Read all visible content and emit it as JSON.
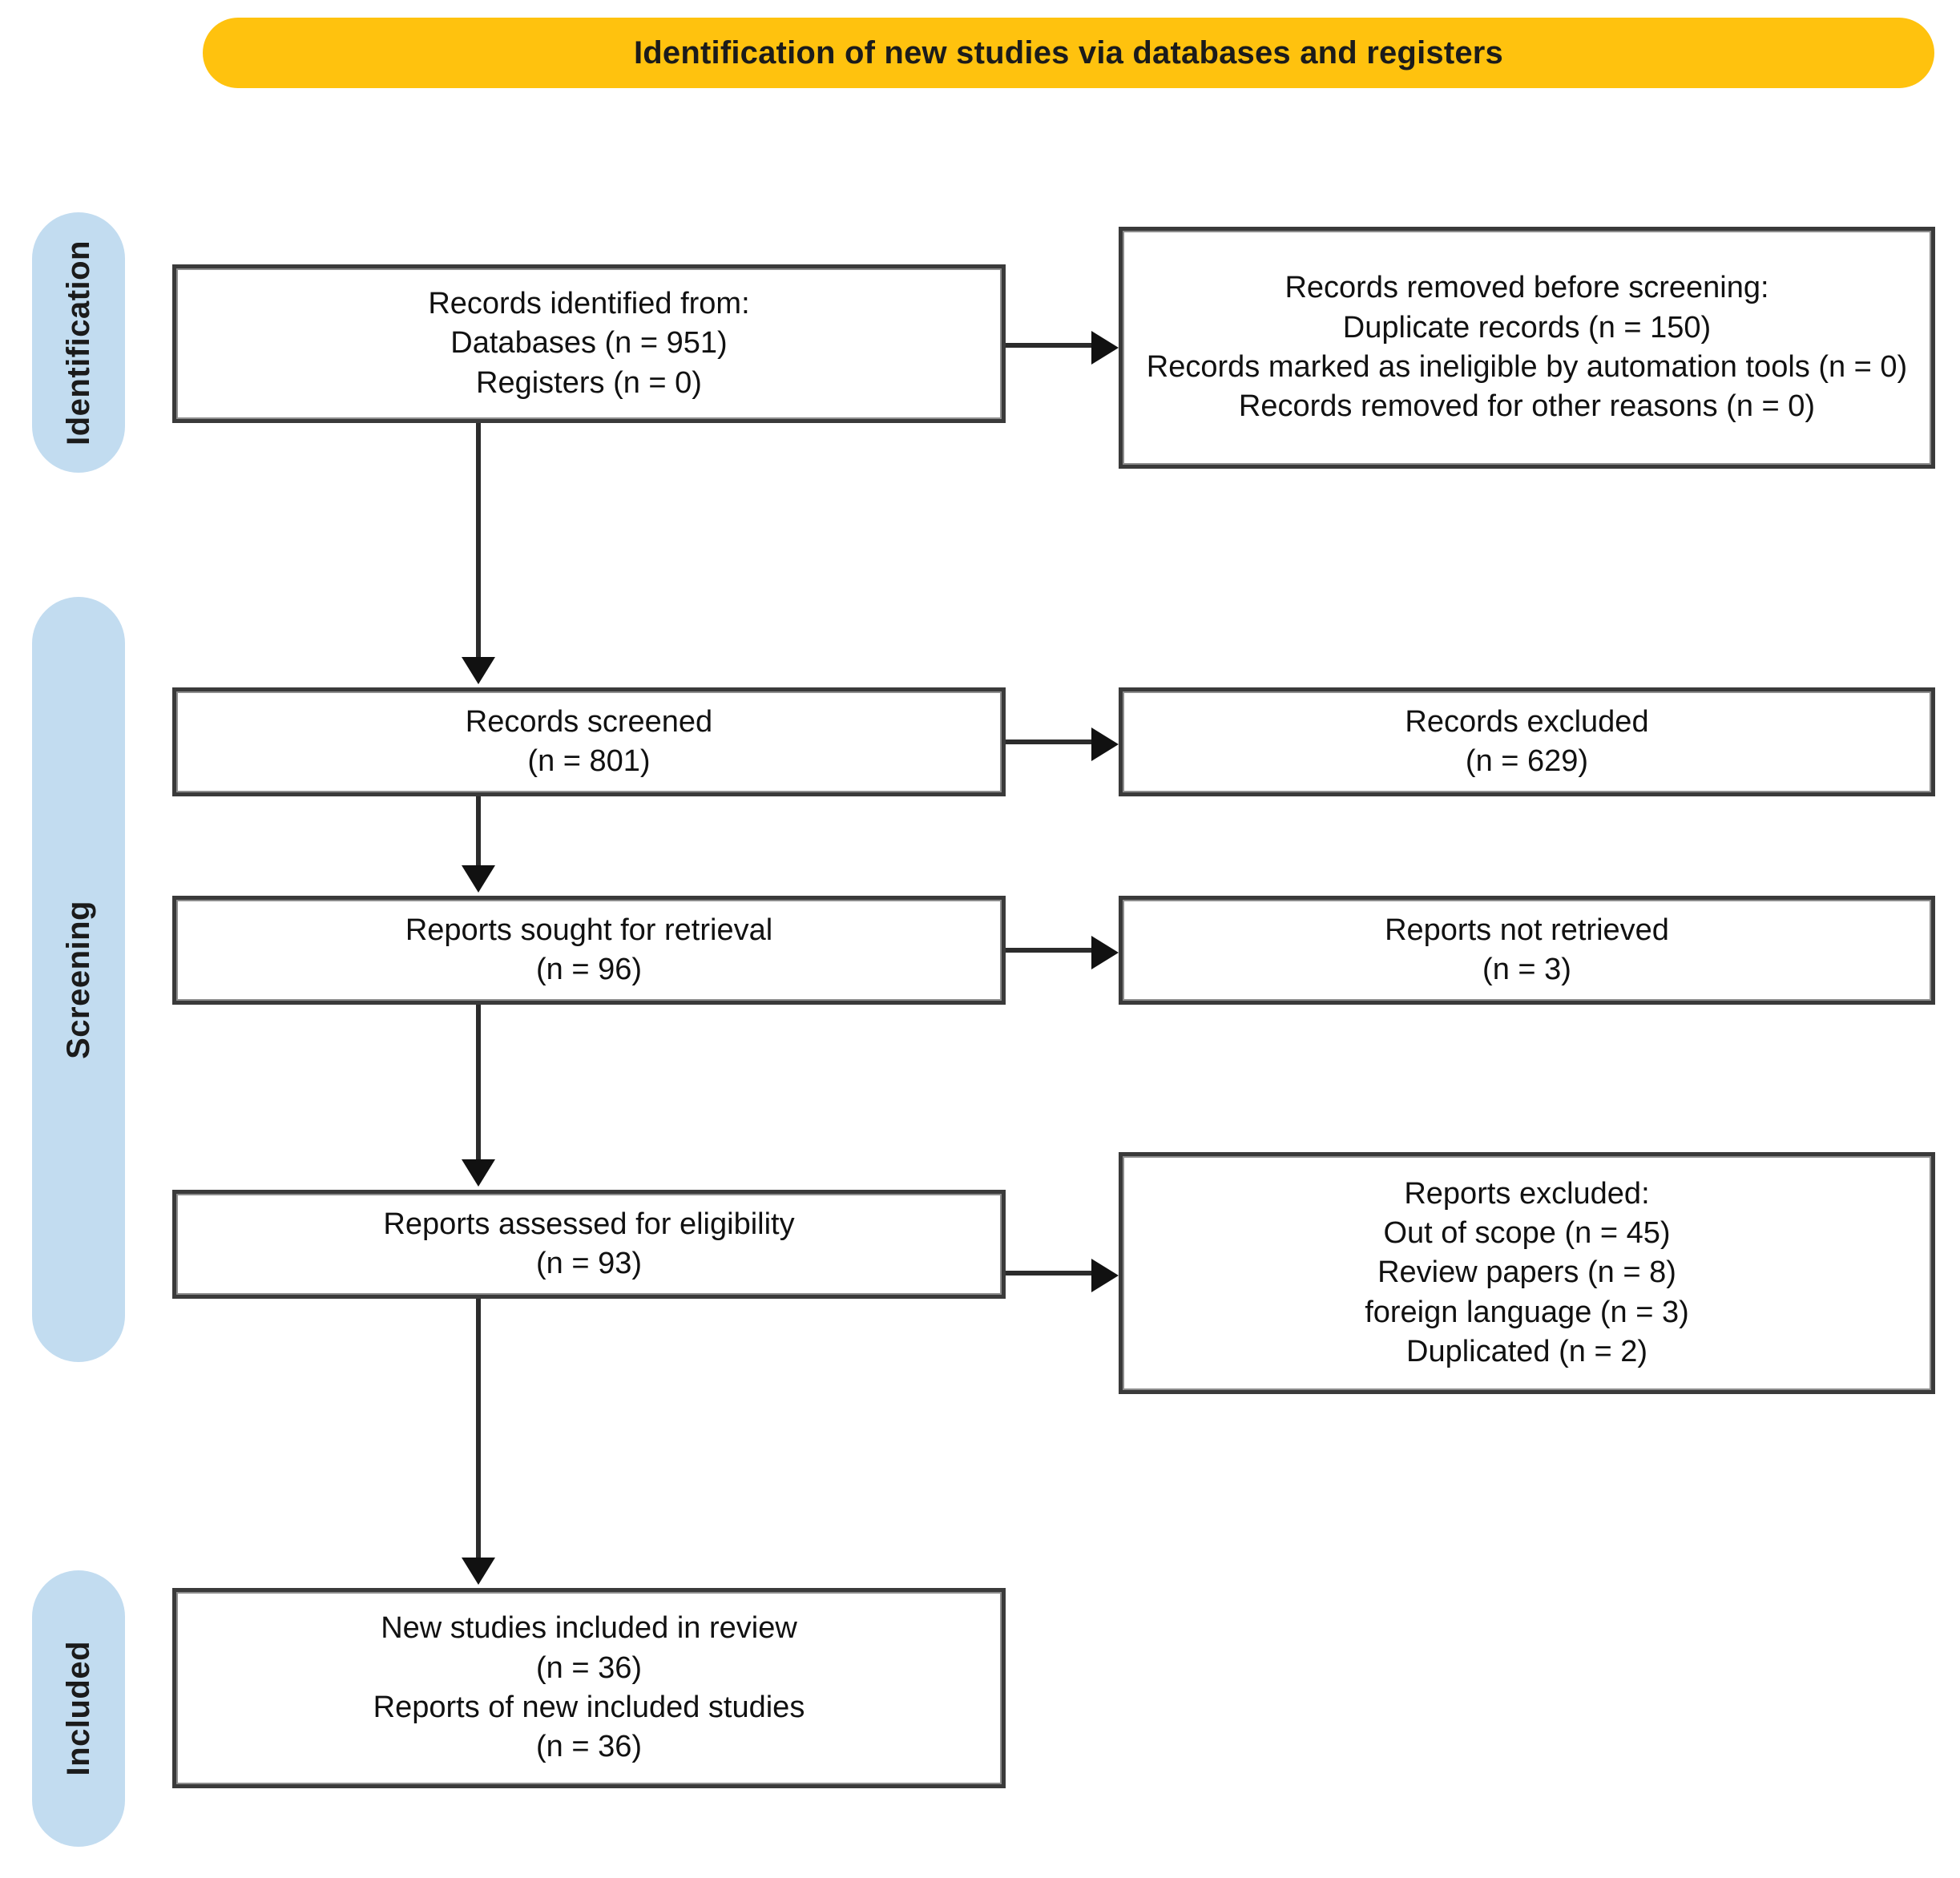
{
  "banner": {
    "title": "Identification of new studies via databases and registers",
    "color": "#FFC20E"
  },
  "stages": {
    "color": "#C2DCF0",
    "identification": "Identification",
    "screening": "Screening",
    "included": "Included"
  },
  "boxes": {
    "identified": {
      "l1": "Records identified from:",
      "l2": "Databases (n = 951)",
      "l3": "Registers (n = 0)"
    },
    "removed": {
      "l1": "Records removed before screening:",
      "l2": "Duplicate records (n = 150)",
      "l3": "Records marked as ineligible by automation tools (n = 0)",
      "l4": "Records removed for other reasons (n = 0)"
    },
    "screened": {
      "l1": "Records screened",
      "l2": "(n = 801)"
    },
    "excluded_records": {
      "l1": "Records excluded",
      "l2": "(n = 629)"
    },
    "sought": {
      "l1": "Reports sought for retrieval",
      "l2": "(n = 96)"
    },
    "not_retrieved": {
      "l1": "Reports not retrieved",
      "l2": "(n = 3)"
    },
    "eligibility": {
      "l1": "Reports assessed for eligibility",
      "l2": "(n = 93)"
    },
    "reports_excluded": {
      "l1": "Reports excluded:",
      "l2": "Out of scope (n =  45)",
      "l3": "Review papers (n =  8)",
      "l4": "foreign language (n =  3)",
      "l5": "Duplicated (n =  2)"
    },
    "included": {
      "l1": "New studies included in review",
      "l2": "(n = 36)",
      "l3": "Reports of new included studies",
      "l4": "(n = 36)"
    }
  }
}
